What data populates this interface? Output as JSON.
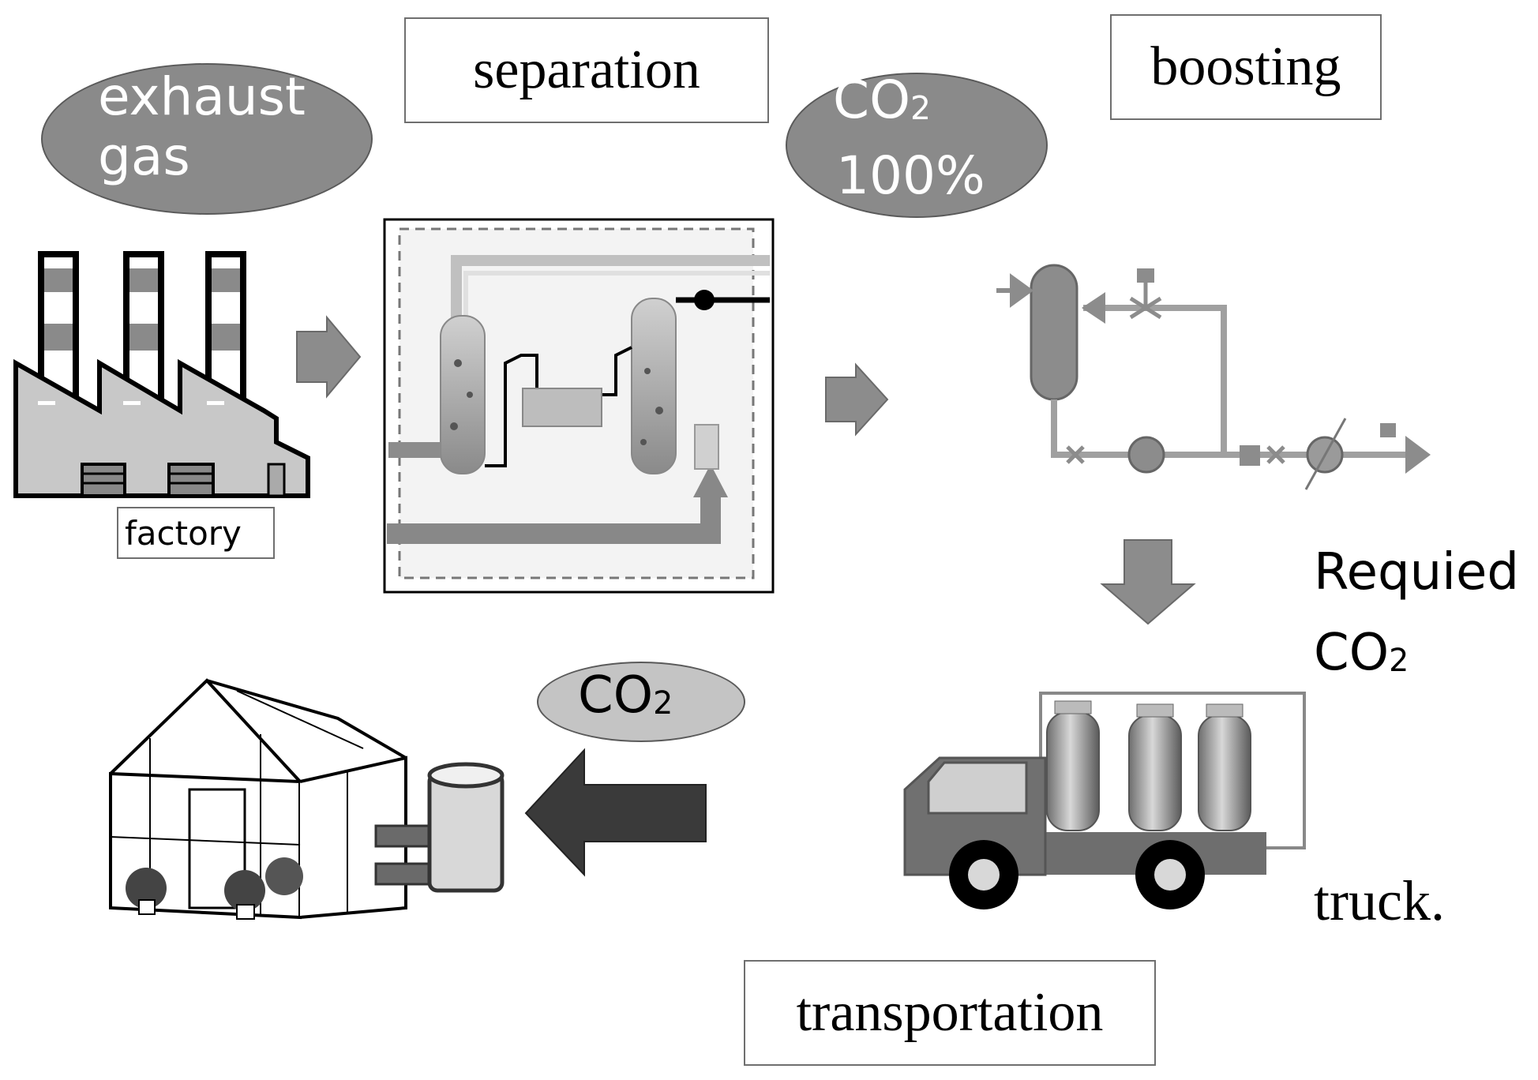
{
  "labels": {
    "exhaust_line1": "exhaust",
    "exhaust_line2": "gas",
    "separation": "separation",
    "boosting": "boosting",
    "co2_pure_main": "CO",
    "co2_pure_sub": "2",
    "co2_pure_pct": "100%",
    "factory": "factory",
    "required_line1": "Requied",
    "required_co2_main": "CO",
    "required_co2_sub": "2",
    "co2_supply_main": "CO",
    "co2_supply_sub": "2",
    "truck": "truck.",
    "transportation": "transportation"
  },
  "colors": {
    "ellipse_fill": "#8a8a8a",
    "ellipse_light_fill": "#c4c4c4",
    "arrow_gray": "#8c8c8c",
    "arrow_dark": "#3a3a3a",
    "pipe_gray": "#a0a0a0"
  },
  "icons": {
    "factory": "factory-icon",
    "separation_plant": "absorption-plant-schematic",
    "boosting_system": "compressor-piping-diagram",
    "truck": "gas-cylinder-truck-icon",
    "greenhouse": "greenhouse-with-co2-tank-icon"
  }
}
